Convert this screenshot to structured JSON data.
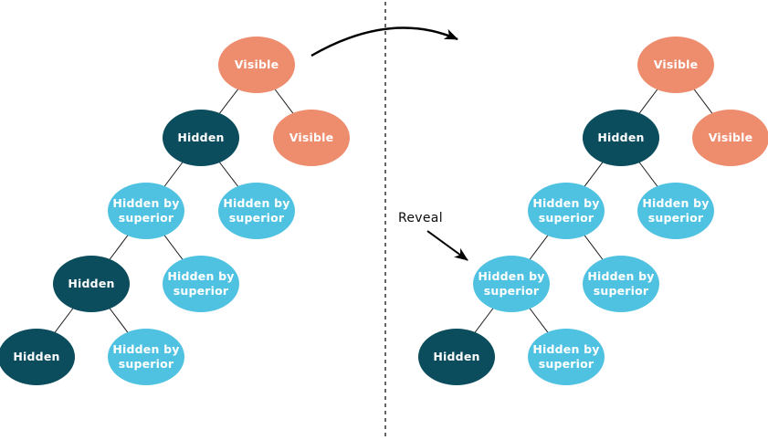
{
  "figure": {
    "description": "Tree reveal diagram, before and after states separated by a dashed divider"
  },
  "colors": {
    "visible_node": "#EE8C6E",
    "hidden_node": "#0B4C5D",
    "hidden_by_superior_node": "#4FC2E1",
    "edge_line": "#1a1a1a",
    "arrow": "#000000"
  },
  "annotation": {
    "reveal_label": "Reveal"
  },
  "trees": {
    "before": {
      "name": "before-reveal",
      "nodes": [
        {
          "label": "Visible",
          "state": "visible"
        },
        {
          "label": "Hidden",
          "state": "hidden"
        },
        {
          "label": "Visible",
          "state": "visible"
        },
        {
          "label": "Hidden by superior",
          "state": "hidden_by_superior"
        },
        {
          "label": "Hidden by superior",
          "state": "hidden_by_superior"
        },
        {
          "label": "Hidden",
          "state": "hidden"
        },
        {
          "label": "Hidden by superior",
          "state": "hidden_by_superior"
        },
        {
          "label": "Hidden",
          "state": "hidden"
        },
        {
          "label": "Hidden by superior",
          "state": "hidden_by_superior"
        }
      ]
    },
    "after": {
      "name": "after-reveal",
      "nodes": [
        {
          "label": "Visible",
          "state": "visible"
        },
        {
          "label": "Hidden",
          "state": "hidden"
        },
        {
          "label": "Visible",
          "state": "visible"
        },
        {
          "label": "Hidden by superior",
          "state": "hidden_by_superior"
        },
        {
          "label": "Hidden by superior",
          "state": "hidden_by_superior"
        },
        {
          "label": "Hidden by superior",
          "state": "hidden_by_superior"
        },
        {
          "label": "Hidden by superior",
          "state": "hidden_by_superior"
        },
        {
          "label": "Hidden",
          "state": "hidden"
        },
        {
          "label": "Hidden by superior",
          "state": "hidden_by_superior"
        }
      ]
    }
  }
}
